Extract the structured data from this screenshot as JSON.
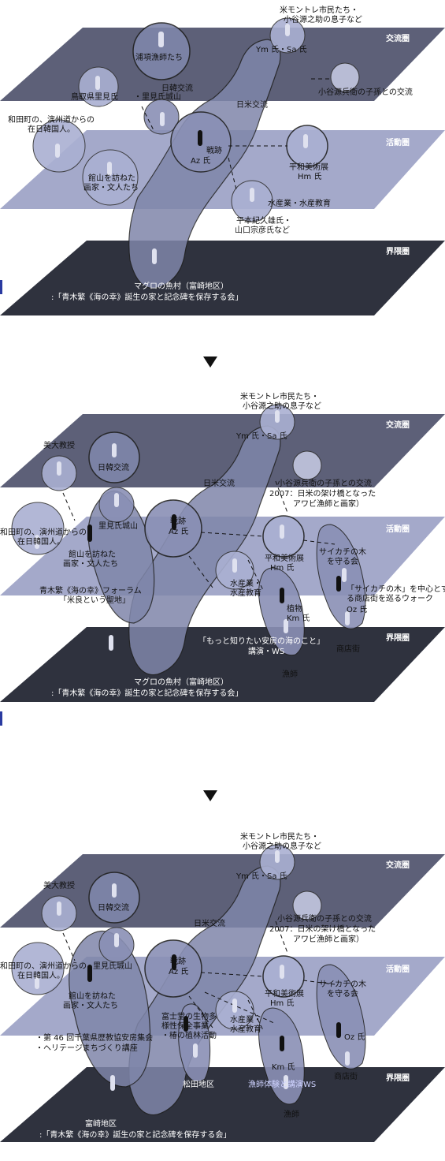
{
  "layers": {
    "exchange": "交流圏",
    "activity": "活動圏",
    "field": "界隈圏"
  },
  "stage1": {
    "bottom_caption_1": "マグロの魚村（富崎地区）",
    "bottom_caption_2": ":「青木繁《海の幸》誕生の家と記念碑を保存する会」",
    "labels": {
      "usa_residents": "米モントレ市民たち・",
      "kotani_son": "小谷源之助の息子など",
      "ura_fishers": "浦項漁師たち",
      "nikkan": "日韓交流",
      "tottori": "鳥取県里見氏",
      "satomi_castle": "・里見氏城山",
      "ym_sa": "Ym 氏・Sa 氏",
      "kotani_grand": "小谷源兵衛の子孫との交流",
      "nichibei": "日米交流",
      "wadacho_1": "和田町の、演州道からの",
      "wadacho_2": "在日韓国人。",
      "senseki": "戦跡",
      "az": "Az 氏",
      "heiwa_art": "平和美術展",
      "hm": "Hm 氏",
      "tateyama_1": "館山を訪ねた",
      "tateyama_2": "画家・文人たち",
      "suisan": "水産業・水産教育",
      "hiramoto_1": "平本紀久雄氏・",
      "hiramoto_2": "山口宗彦氏など"
    }
  },
  "stage2": {
    "bottom_caption_1": "マグロの魚村（富崎地区）",
    "bottom_caption_2": ":「青木繁《海の幸》誕生の家と記念碑を保存する会」",
    "labels": {
      "usa_residents": "米モントレ市民たち・",
      "kotani_son": "小谷源之助の息子など",
      "bidai": "美大教授",
      "ym_sa": "Ym 氏・Sa 氏",
      "nikkan": "日韓交流",
      "nichibei": "日米交流",
      "kotani_1": "小谷源兵衛の子孫との交流",
      "kotani_2": "2007：日米の架け橋となった",
      "kotani_3": "アワビ漁師と画家）",
      "senseki": "戦跡",
      "az": "Az 氏",
      "satomi_castle": "里見氏城山",
      "wadacho_1": "和田町の、演州道からの",
      "wadacho_2": "在日韓国人。",
      "heiwa_art": "平和美術展",
      "hm": "Hm 氏",
      "saikachi_1": "サイカチの木",
      "saikachi_2": "を守る会",
      "tateyama_1": "館山を訪ねた",
      "tateyama_2": "画家・文人たち",
      "suisan_1": "水産業・",
      "suisan_2": "水産教育",
      "walk_1": "「サイカチの木」を中心とす",
      "walk_2": "る商店街を巡るウォーク",
      "oz": "Oz 氏",
      "forum_1": "青木繁《海の幸》フォーラム",
      "forum_2": "「米良という聖地」",
      "shokubutsu": "植物",
      "km": "Km 氏",
      "sea_1": "「もっと知りたい安房の海のこと」",
      "sea_2": "講演・WS",
      "shotengai": "商店街",
      "ryoshi": "漁師"
    }
  },
  "stage3": {
    "bottom_caption_1": "富崎地区",
    "bottom_caption_2": ":「青木繁《海の幸》誕生の家と記念碑を保存する会」",
    "labels": {
      "usa_residents": "米モントレ市民たち・",
      "kotani_son": "小谷源之助の息子など",
      "bidai": "美大教授",
      "ym_sa": "Ym 氏・Sa 氏",
      "nikkan": "日韓交流",
      "nichibei": "日米交流",
      "kotani_1": "小谷源兵衛の子孫との交流",
      "kotani_2": "2007：日米の架け橋となった",
      "kotani_3": "アワビ漁師と画家）",
      "senseki": "戦跡",
      "az": "Az 氏",
      "satomi_castle": "里見氏城山",
      "wadacho_1": "和田町の、演州道からの",
      "wadacho_2": "在日韓国人。",
      "heiwa_art": "平和美術展",
      "hm": "Hm 氏",
      "saikachi_1": "サイカチの木",
      "saikachi_2": "を守る会",
      "tateyama_1": "館山を訪ねた",
      "tateyama_2": "画家・文人たち",
      "shusei_1": "富士堂の生物多",
      "shusei_2": "様性保全事業",
      "shusei_3": "・椿の植林活動",
      "suisan_1": "水産業・",
      "suisan_2": "水産教育",
      "oz": "Oz 氏",
      "history_1": "・第 46 回千葉県歴教協安房集会",
      "history_2": "・ヘリテージまちづくり講座",
      "matsuda": "松田地区",
      "km": "Km 氏",
      "ryoshi_ws": "漁師体験と講演WS",
      "shotengai": "商店街",
      "ryoshi": "漁師"
    }
  }
}
